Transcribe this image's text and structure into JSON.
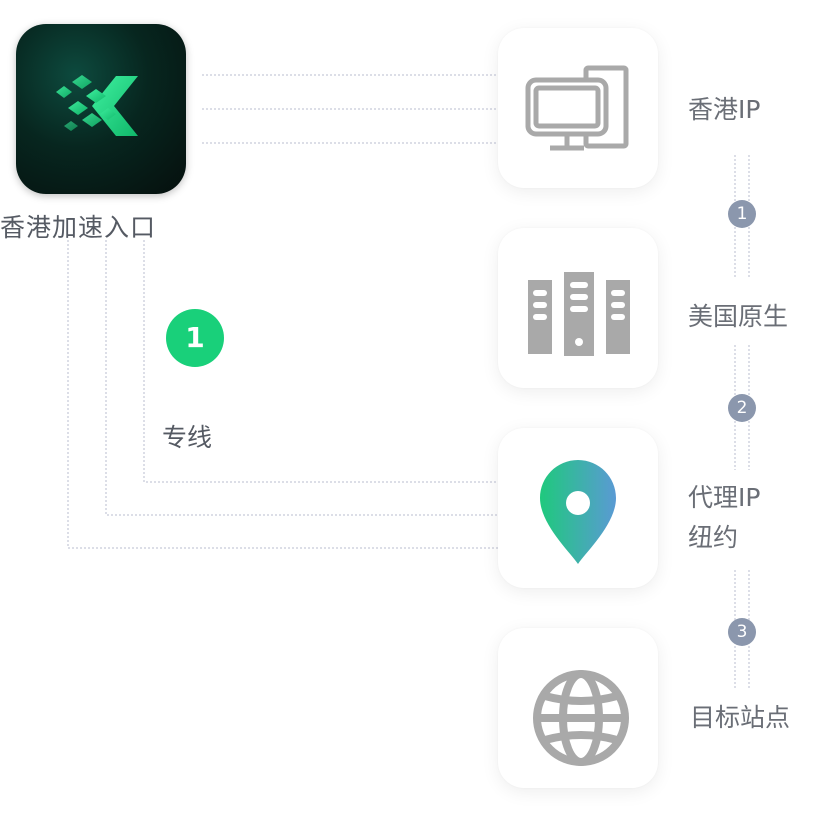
{
  "entry": {
    "label": "香港加速入口",
    "icon": "app-logo-icon"
  },
  "dedicated_line": {
    "badge": "1",
    "label": "专线"
  },
  "nodes": [
    {
      "label": "香港IP",
      "icon": "desktop-computer-icon"
    },
    {
      "label": "美国原生",
      "icon": "server-rack-icon"
    },
    {
      "label_line1": "代理IP",
      "label_line2": "纽约",
      "icon": "map-pin-icon"
    },
    {
      "label": "目标站点",
      "icon": "globe-icon"
    }
  ],
  "steps": [
    "1",
    "2",
    "3"
  ],
  "colors": {
    "accent_green": "#19d07a",
    "badge_gray": "#8b97ad",
    "icon_gray": "#a9a9a9",
    "pin_gradient_start": "#1fc97d",
    "pin_gradient_end": "#5a9ad4"
  }
}
